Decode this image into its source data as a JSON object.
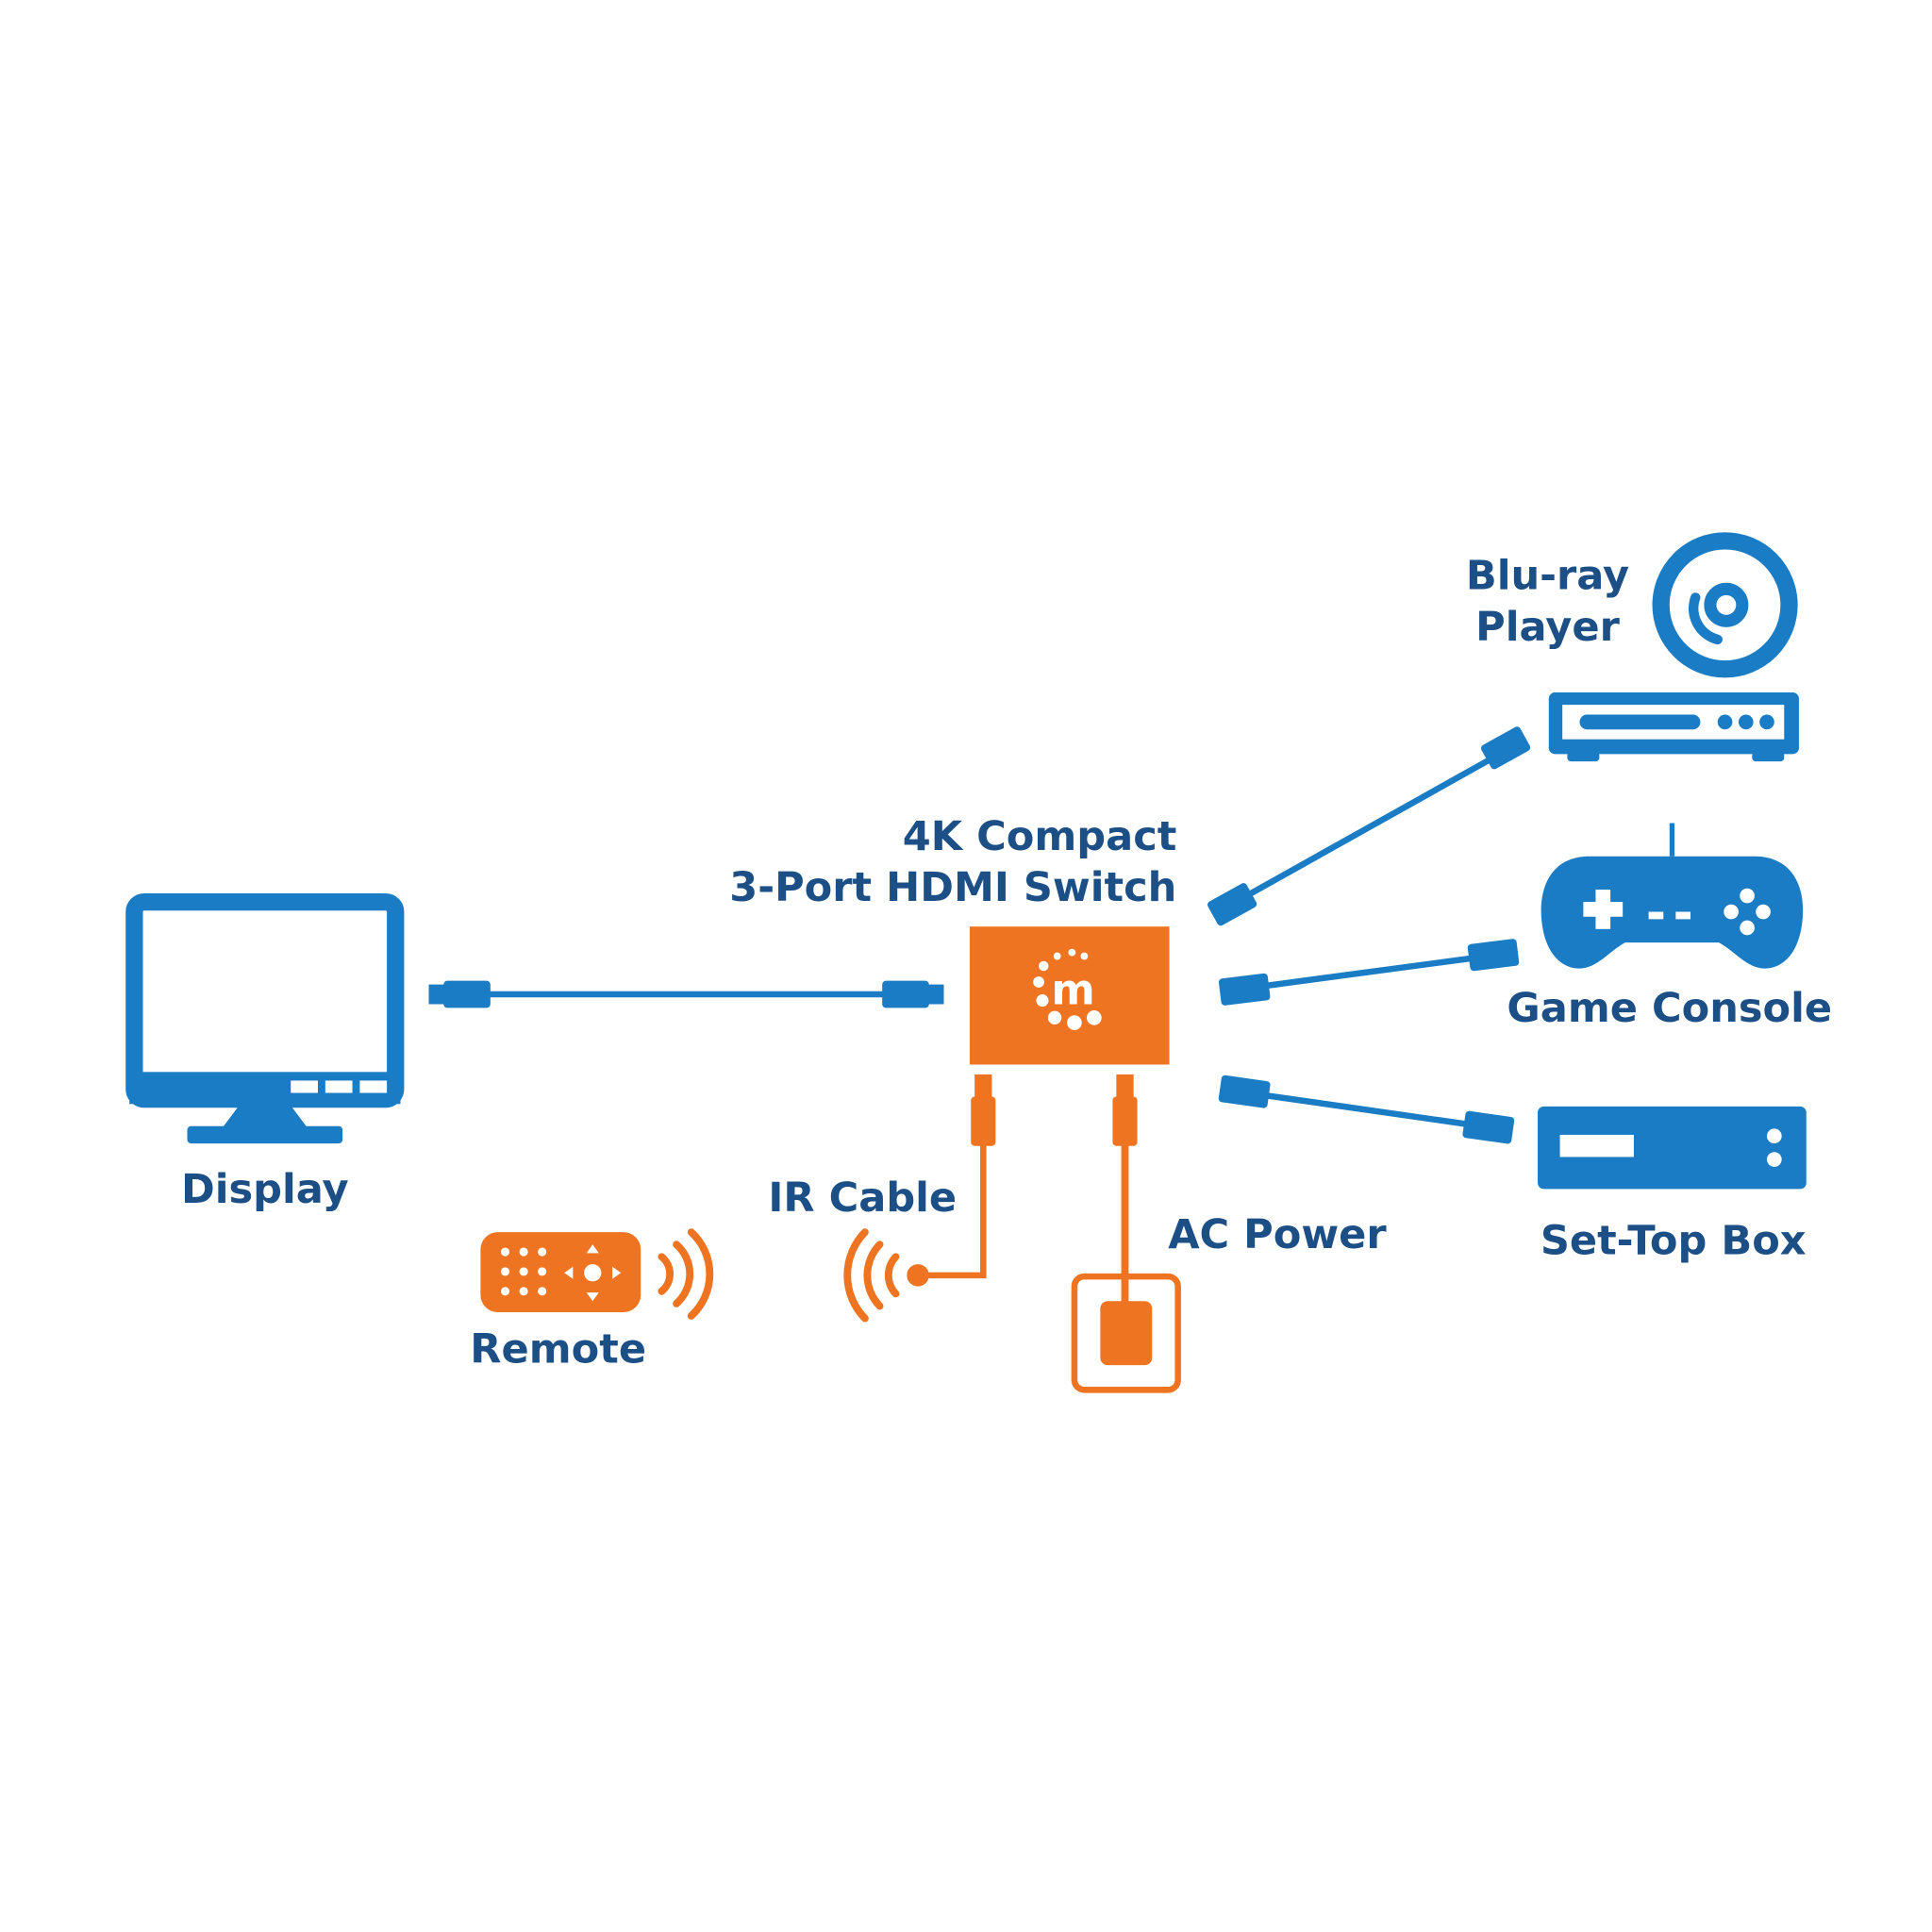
{
  "colors": {
    "device_blue": "#1a7cc4",
    "label_blue": "#1b4f86",
    "switch_orange": "#ee7422",
    "background": "#ffffff"
  },
  "switch": {
    "title_line1": "4K Compact",
    "title_line2": "3-Port HDMI Switch",
    "logo_icon": "manhattan-m-logo"
  },
  "devices": {
    "display": "Display",
    "bluray_line1": "Blu-ray",
    "bluray_line2": "Player",
    "game_console": "Game Console",
    "set_top_box": "Set-Top Box",
    "remote": "Remote",
    "ir_cable": "IR Cable",
    "ac_power": "AC Power"
  }
}
